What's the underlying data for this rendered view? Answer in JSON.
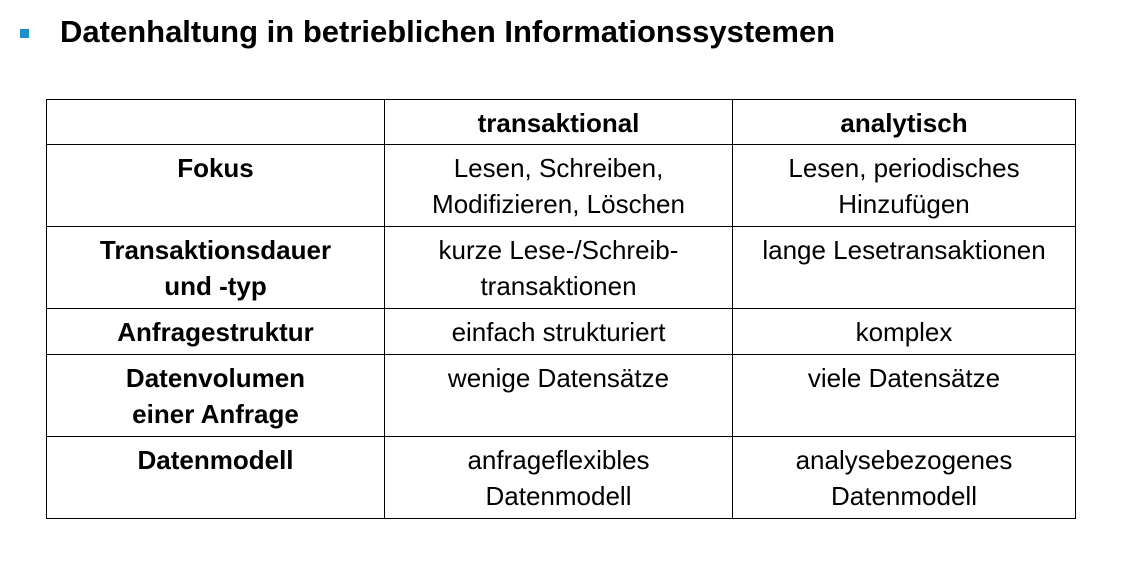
{
  "slide": {
    "title": "Datenhaltung in betrieblichen Informationssystemen",
    "bullet_color": "#1c8fc9"
  },
  "table": {
    "headers": [
      "",
      "transaktional",
      "analytisch"
    ],
    "rows": [
      {
        "label": [
          "Fokus"
        ],
        "transaktional": [
          "Lesen, Schreiben,",
          "Modifizieren, Löschen"
        ],
        "analytisch": [
          "Lesen, periodisches",
          "Hinzufügen"
        ]
      },
      {
        "label": [
          "Transaktionsdauer",
          "und -typ"
        ],
        "transaktional": [
          "kurze Lese-/Schreib-",
          "transaktionen"
        ],
        "analytisch": [
          "lange Lesetransaktionen"
        ]
      },
      {
        "label": [
          "Anfragestruktur"
        ],
        "transaktional": [
          "einfach strukturiert"
        ],
        "analytisch": [
          "komplex"
        ]
      },
      {
        "label": [
          "Datenvolumen",
          "einer Anfrage"
        ],
        "transaktional": [
          "wenige Datensätze"
        ],
        "analytisch": [
          "viele Datensätze"
        ]
      },
      {
        "label": [
          "Datenmodell"
        ],
        "transaktional": [
          "anfrageflexibles",
          "Datenmodell"
        ],
        "analytisch": [
          "analysebezogenes",
          "Datenmodell"
        ]
      }
    ]
  }
}
